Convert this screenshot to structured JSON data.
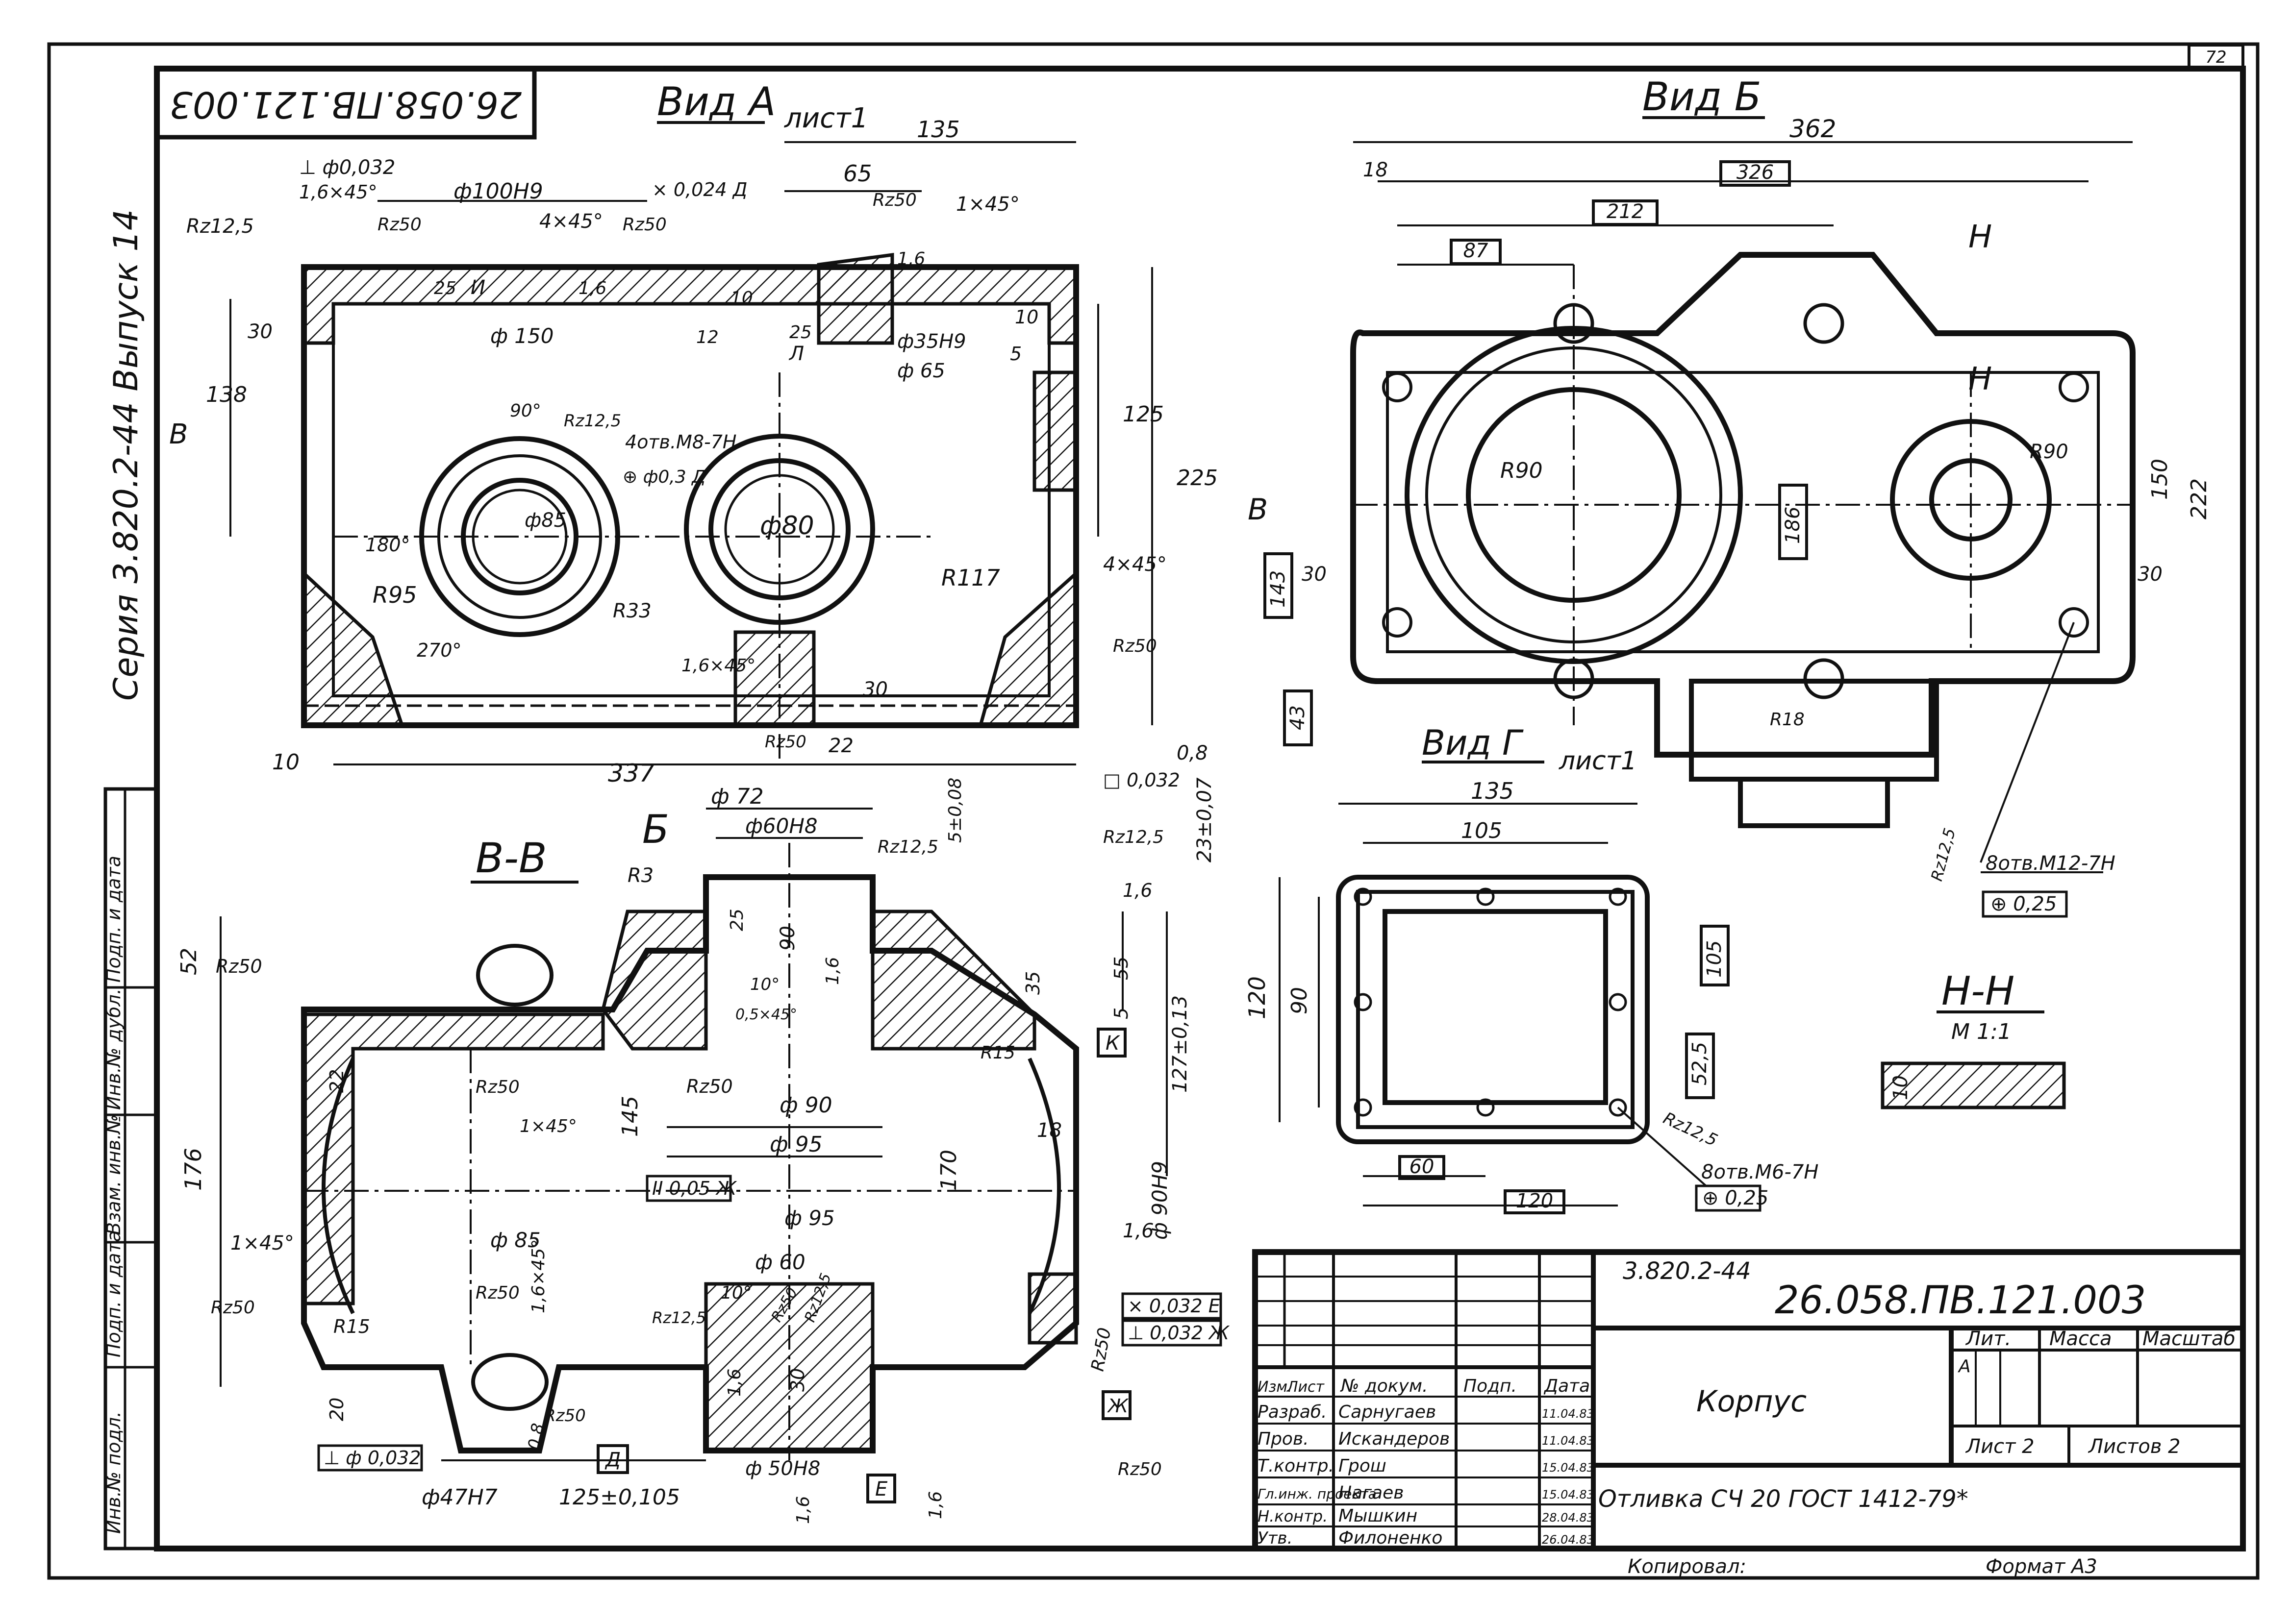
{
  "sheet": {
    "page_number": "72",
    "designation": "26.058.ПВ.121.003",
    "designation_mirrored": "26.058.ПВ.121.003",
    "series_line": "Серия 3.820.2-44 Выпуск 14",
    "copied_by_label": "Копировал:",
    "format_label": "Формат А3"
  },
  "views": {
    "view_a": {
      "title": "Вид А",
      "sheet_ref": "лист1",
      "labels": [
        "Rz12,5",
        "⊥ ф0,032",
        "1,6×45°",
        "ф100Н9",
        "Rz50",
        "4×45°",
        "Rz50",
        "⨯ 0,024 Д",
        "65",
        "135",
        "Rz50",
        "1×45°",
        "25",
        "И",
        "1,6",
        "10",
        "25",
        "1,6",
        "30",
        "ф 150",
        "12",
        "Л",
        "ф35Н9",
        "10",
        "5",
        "ф 65",
        "138",
        "В",
        "90°",
        "Rz12,5",
        "4отв.М8-7Н",
        "⊕ ф0,3 Д",
        "ф85",
        "ф80",
        "125",
        "225",
        "180°",
        "R95",
        "R33",
        "R117",
        "4×45°",
        "270°",
        "1,6×45°",
        "Rz50",
        "Rz50",
        "30",
        "10",
        "337",
        "22",
        "0,8",
        "□ 0,032"
      ]
    },
    "view_b": {
      "title": "Вид Б",
      "labels": [
        "362",
        "18",
        "326",
        "212",
        "87",
        "Н",
        "Н",
        "R90",
        "R90",
        "186",
        "150",
        "222",
        "В",
        "143",
        "30",
        "30",
        "43",
        "R18"
      ]
    },
    "view_g": {
      "title": "Вид Г",
      "sheet_ref": "лист1",
      "labels": [
        "135",
        "105",
        "120",
        "90",
        "105",
        "52,5",
        "60",
        "120",
        "Rz12,5",
        "8отв.М6-7Н",
        "⊕ 0,25"
      ]
    },
    "section_nn": {
      "title": "Н-Н",
      "scale": "М 1:1",
      "labels": [
        "10"
      ]
    },
    "section_vv": {
      "title": "В-В",
      "arrow_label": "Б",
      "labels": [
        "ф 72",
        "ф60Н8",
        "Rz12,5",
        "5±0,08",
        "Rz12,5",
        "23±0,07",
        "R3",
        "1,6",
        "52",
        "Rz50",
        "25",
        "90",
        "1,6",
        "35",
        "55",
        "5",
        "127±0,13",
        "10°",
        "0,5×45°",
        "R15",
        "Rz50",
        "Rz50",
        "1×45°",
        "22",
        "К",
        "176",
        "ф 90",
        "ф 95",
        "145",
        "170",
        "18",
        "ф 90Н9",
        "II 0,05 Ж",
        "ф 95",
        "ф 85",
        "ф 60",
        "1×45°",
        "1,6×45°",
        "1,6",
        "Rz50",
        "Rz12,5",
        "10°",
        "Rz50",
        "Rz12,5",
        "R15",
        "Rz50",
        "⨯ 0,032 Е",
        "⊥ 0,032 Ж",
        "Rz50",
        "20",
        "0,8",
        "Rz50",
        "1,6",
        "30",
        "Ж",
        "⊥ ф 0,032",
        "Д",
        "ф 50Н8",
        "1,6",
        "Е",
        "ф47Н7",
        "125±0,105",
        "1,6",
        "Rz50"
      ]
    },
    "view_b_side": {
      "labels": [
        "Rz12,5",
        "8отв.М12-7Н",
        "⊕ 0,25"
      ]
    }
  },
  "left_strip": [
    "Инв.№ подл.",
    "Подп. и дата",
    "Взам. инв.№",
    "Инв.№ дубл.",
    "Подп. и дата"
  ],
  "title_block": {
    "series": "3.820.2-44",
    "designation": "26.058.ПВ.121.003",
    "name": "Корпус",
    "material": "Отливка СЧ 20 ГОСТ 1412-79*",
    "header_cols": [
      "Изм.",
      "Лист",
      "№ докум.",
      "Подп.",
      "Дата"
    ],
    "signers": [
      {
        "role": "Разраб.",
        "name": "Сарнугаев",
        "date": "11.04.83"
      },
      {
        "role": "Пров.",
        "name": "Искандеров",
        "date": "11.04.83"
      },
      {
        "role": "Т.контр.",
        "name": "Грош",
        "date": "15.04.83"
      },
      {
        "role": "Гл.инж. проекта",
        "name": "Нагаев",
        "date": "15.04.83"
      },
      {
        "role": "Н.контр.",
        "name": "Мышкин",
        "date": "28.04.83"
      },
      {
        "role": "Утв.",
        "name": "Филоненко",
        "date": "26.04.83"
      }
    ],
    "lit_label": "Лит.",
    "mass_label": "Масса",
    "scale_label": "Масштаб",
    "lit_value": "А",
    "sheet_label": "Лист 2",
    "sheets_label": "Листов 2"
  }
}
